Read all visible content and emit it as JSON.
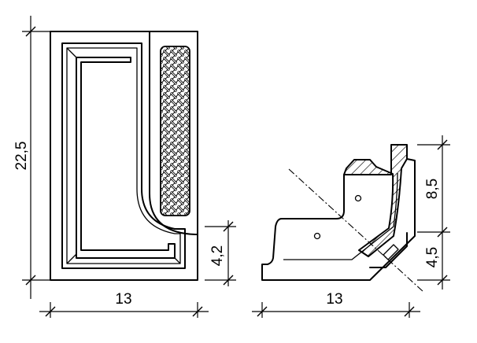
{
  "dimensions": {
    "left_height": "22,5",
    "left_width": "13",
    "left_lip": "4,2",
    "right_width": "13",
    "right_upper": "8,5",
    "right_lower": "4,5"
  }
}
